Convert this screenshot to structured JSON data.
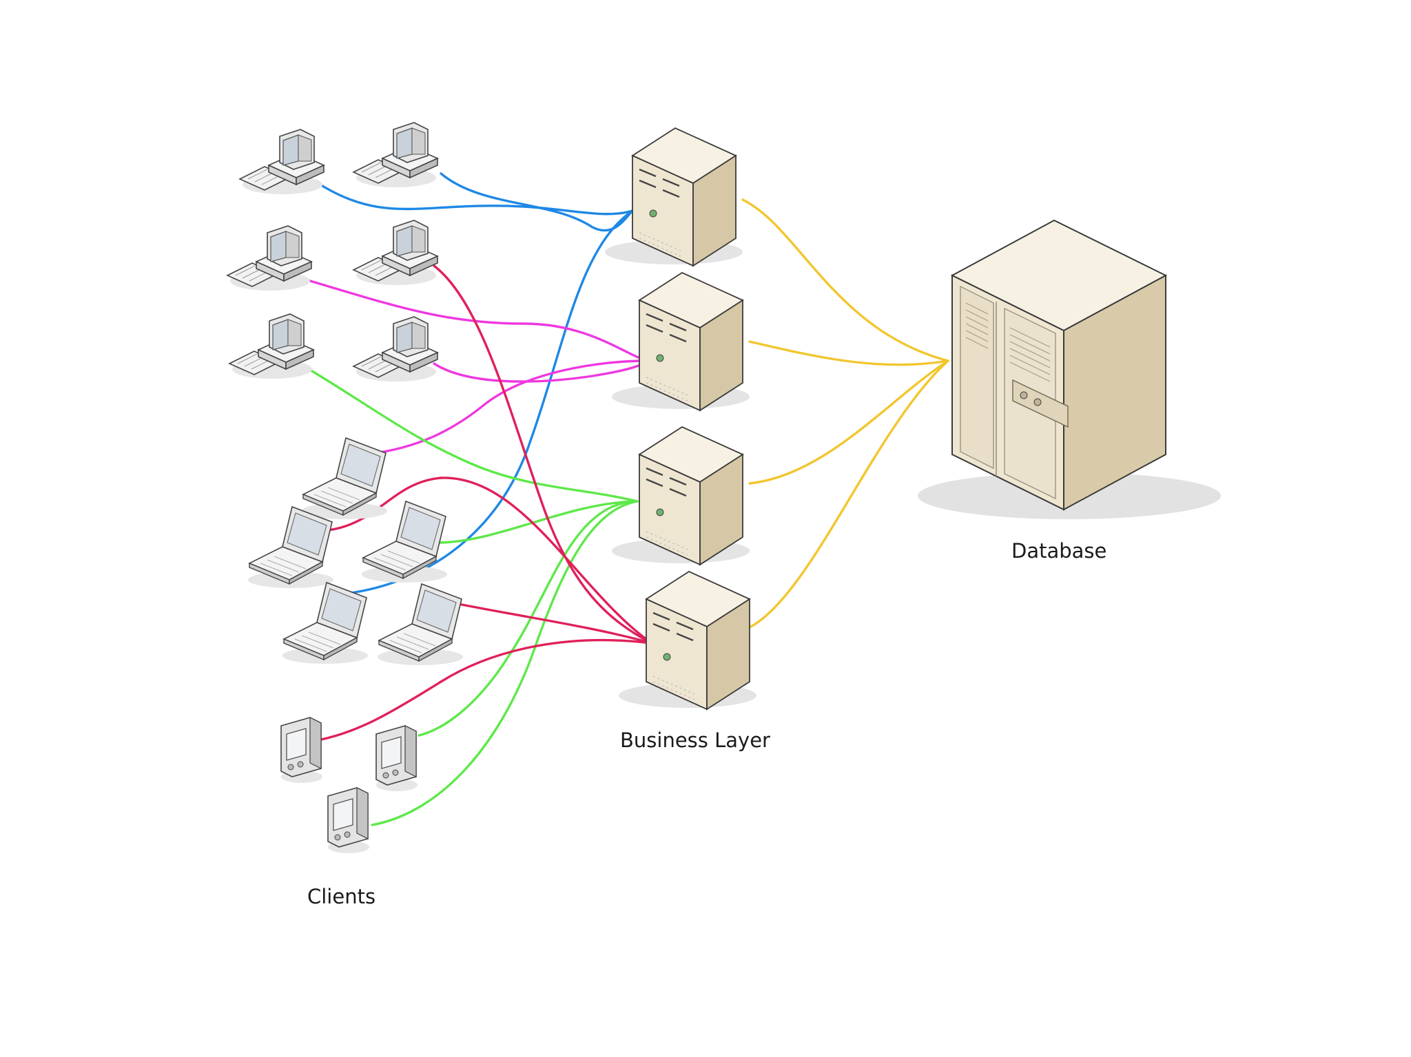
{
  "labels": {
    "clients": "Clients",
    "business_layer": "Business Layer",
    "database": "Database"
  },
  "colors": {
    "blue": "#1e88e5",
    "magenta": "#ee38e0",
    "green": "#5ee84a",
    "red": "#e0205a",
    "yellow": "#f2c62e",
    "server_front": "#efe6d2",
    "server_side": "#d6c8a6",
    "server_top": "#f7f1e4",
    "outline": "#3a3a3a"
  },
  "icons": {
    "desktop": "desktop-computer-icon",
    "laptop": "laptop-icon",
    "pda": "handheld-device-icon",
    "server": "server-tower-icon",
    "database": "database-server-icon"
  }
}
